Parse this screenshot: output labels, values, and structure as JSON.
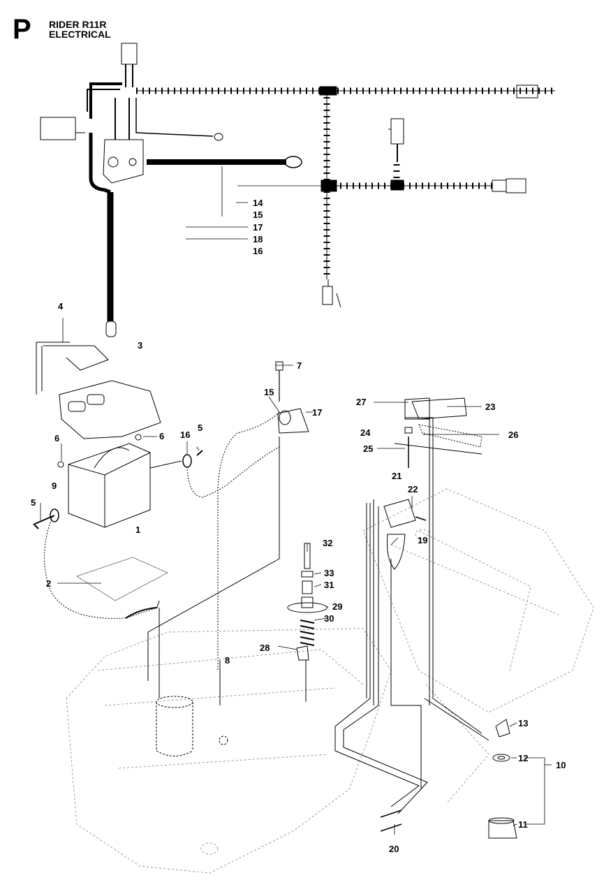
{
  "header": {
    "section_letter": "P",
    "model": "RIDER R11R",
    "section_name": "ELECTRICAL"
  },
  "callouts": {
    "c1": "1",
    "c2": "2",
    "c3": "3",
    "c4": "4",
    "c5a": "5",
    "c5b": "5",
    "c6a": "6",
    "c6b": "6",
    "c7": "7",
    "c8": "8",
    "c9": "9",
    "c10": "10",
    "c11": "11",
    "c12": "12",
    "c13": "13",
    "c14": "14",
    "c15a": "15",
    "c15b": "15",
    "c16a": "16",
    "c16b": "16",
    "c17a": "17",
    "c17b": "17",
    "c18": "18",
    "c19": "19",
    "c20": "20",
    "c21": "21",
    "c22": "22",
    "c23": "23",
    "c24": "24",
    "c25": "25",
    "c26": "26",
    "c27": "27",
    "c28": "28",
    "c29": "29",
    "c30": "30",
    "c31": "31",
    "c32": "32",
    "c33": "33"
  },
  "colors": {
    "ink": "#000000",
    "ghost": "#9a9a9a",
    "paper": "#ffffff"
  }
}
